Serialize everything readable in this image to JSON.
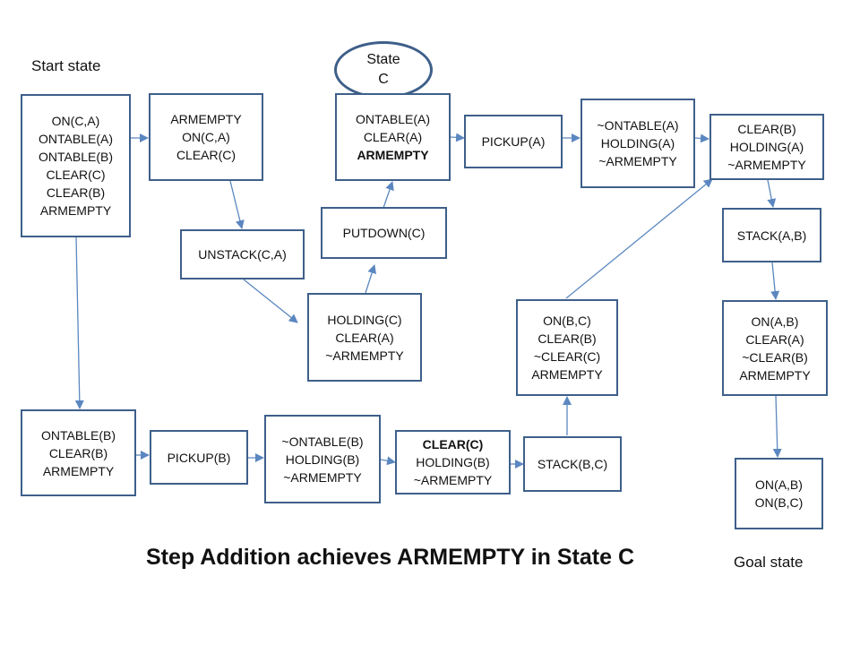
{
  "labels": {
    "start": "Start state",
    "goal": "Goal state",
    "state_c_line1": "State",
    "state_c_line2": "C"
  },
  "title": "Step Addition achieves ARMEMPTY in State C",
  "colors": {
    "border": "#3e5f8a",
    "arrow": "#5b87c0"
  },
  "nodes": {
    "start": [
      "ON(C,A)",
      "ONTABLE(A)",
      "ONTABLE(B)",
      "CLEAR(C)",
      "CLEAR(B)",
      "ARMEMPTY"
    ],
    "s_armempty": [
      "ARMEMPTY",
      "ON(C,A)",
      "CLEAR(C)"
    ],
    "unstack_ca": [
      "UNSTACK(C,A)"
    ],
    "holding_c": [
      "HOLDING(C)",
      "CLEAR(A)",
      "~ARMEMPTY"
    ],
    "putdown_c": [
      "PUTDOWN(C)"
    ],
    "state_c": [
      "ONTABLE(A)",
      "CLEAR(A)",
      "ARMEMPTY"
    ],
    "pickup_a": [
      "PICKUP(A)"
    ],
    "holding_a": [
      "~ONTABLE(A)",
      "HOLDING(A)",
      "~ARMEMPTY"
    ],
    "clear_b_holding_a": [
      "CLEAR(B)",
      "HOLDING(A)",
      "~ARMEMPTY"
    ],
    "stack_ab": [
      "STACK(A,B)"
    ],
    "on_ab": [
      "ON(A,B)",
      "CLEAR(A)",
      "~CLEAR(B)",
      "ARMEMPTY"
    ],
    "goal": [
      "ON(A,B)",
      "ON(B,C)"
    ],
    "ontable_b": [
      "ONTABLE(B)",
      "CLEAR(B)",
      "ARMEMPTY"
    ],
    "pickup_b": [
      "PICKUP(B)"
    ],
    "holding_b": [
      "~ONTABLE(B)",
      "HOLDING(B)",
      "~ARMEMPTY"
    ],
    "clear_c_holding_b": [
      "CLEAR(C)",
      "HOLDING(B)",
      "~ARMEMPTY"
    ],
    "stack_bc": [
      "STACK(B,C)"
    ],
    "on_bc": [
      "ON(B,C)",
      "CLEAR(B)",
      "~CLEAR(C)",
      "ARMEMPTY"
    ]
  }
}
